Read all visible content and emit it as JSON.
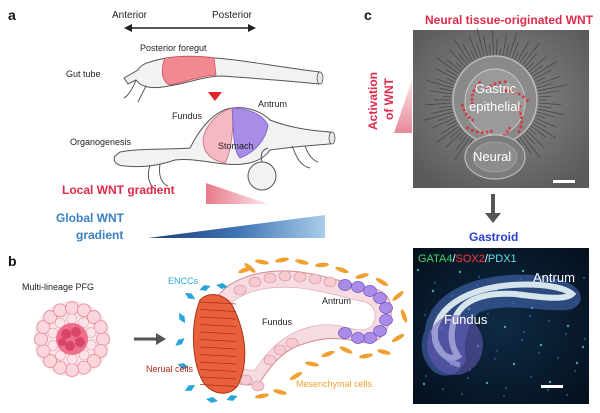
{
  "panel_a": {
    "letter": "a",
    "anterior": "Anterior",
    "posterior": "Posterior",
    "posterior_foregut": "Posterior foregut",
    "gut_tube": "Gut tube",
    "fundus": "Fundus",
    "antrum": "Antrum",
    "organogenesis": "Organogenesis",
    "stomach": "Stomach",
    "local_wnt": "Local WNT gradient",
    "global_wnt_line1": "Global  WNT",
    "global_wnt_line2": "gradient"
  },
  "panel_b": {
    "letter": "b",
    "multi_lineage": "Multi-lineage PFG",
    "enccs": "ENCCs",
    "fundus": "Fundus",
    "antrum": "Antrum",
    "neural_cells": "Nerual cells",
    "mesenchymal_cells": "Mesenchymal cells"
  },
  "panel_c": {
    "letter": "c",
    "title": "Neural tissue-originated WNT",
    "activation_line1": "Activation",
    "activation_line2": "of WNT",
    "gastric": "Gastric",
    "epithelial": "epithelial",
    "neural": "Neural",
    "gastroid": "Gastroid",
    "gata4": "GATA4",
    "slash1": "/",
    "sox2": "SOX2",
    "slash2": "/",
    "pdx1": "PDX1",
    "antrum": "Antrum",
    "fundus": "Fundus"
  },
  "colors": {
    "red_accent": "#e02a4a",
    "blue_accent": "#3b7fc4",
    "gastroid_blue": "#2a3fd0",
    "enccs_blue": "#29a6d9",
    "mesenchymal_orange": "#f0a030",
    "neural_red": "#e8603c",
    "antrum_purple": "#9b7fe0",
    "fundus_pink": "#f4c6cc"
  }
}
